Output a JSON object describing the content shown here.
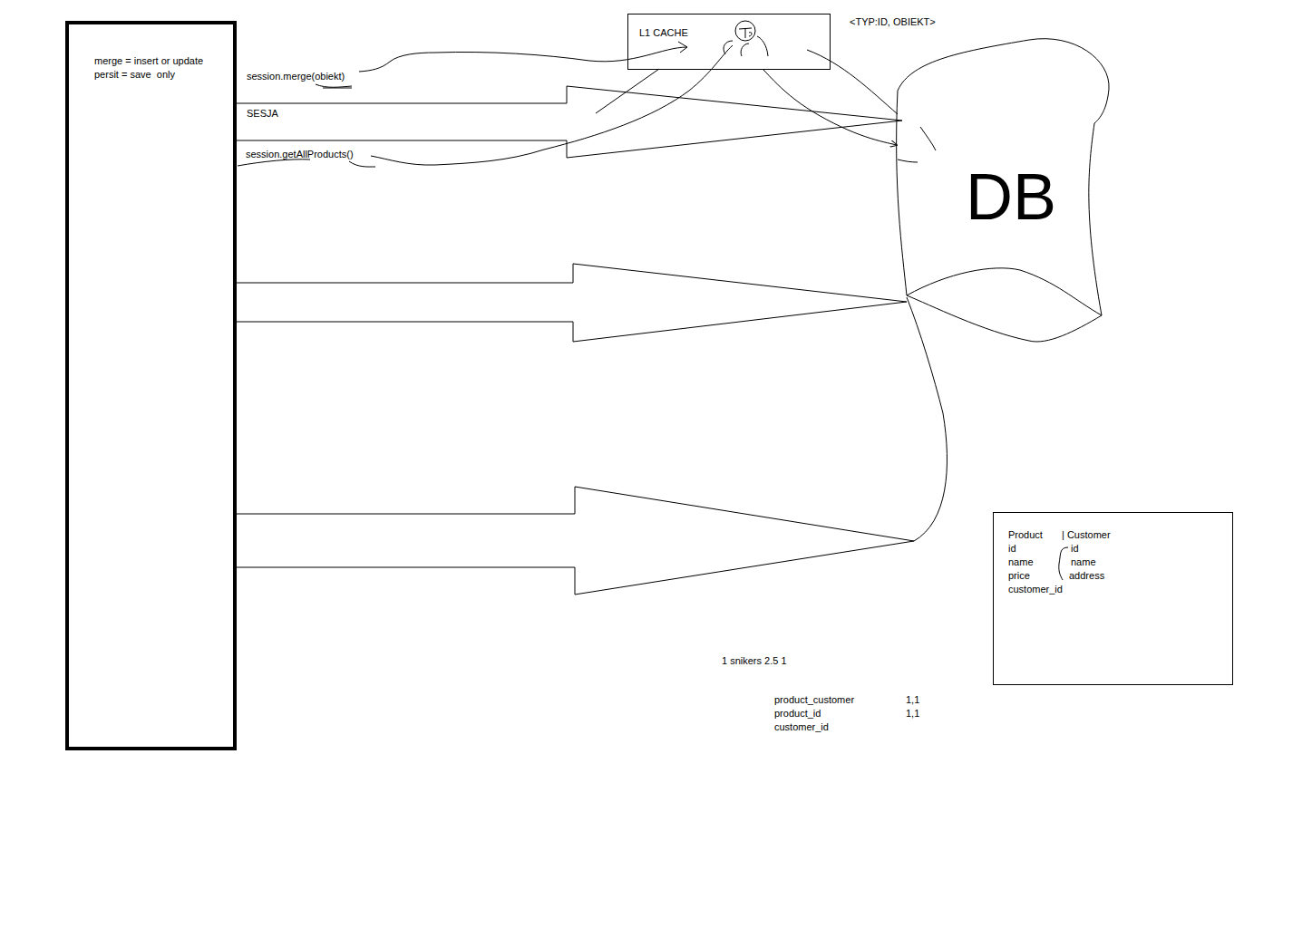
{
  "diagram": {
    "nodes": [
      {
        "text": [
          "merge = insert or update",
          "persit = save  only"
        ]
      },
      {
        "text": [
          "L1 CACHE"
        ]
      },
      {
        "text": [
          "DB"
        ]
      },
      {
        "text": [
          "Product",
          "id",
          "name",
          "price",
          "customer_id",
          "| Customer",
          "id",
          "name",
          "address"
        ]
      }
    ],
    "edges": [
      {
        "from": 0,
        "to": 2,
        "arrow": "to"
      },
      {
        "from": 0,
        "to": 2,
        "arrow": "to"
      },
      {
        "from": 0,
        "to": 2,
        "arrow": "to"
      },
      {
        "from": 1,
        "to": 2,
        "arrow": "to"
      }
    ],
    "labels": [
      "<TYP:ID, OBIEKT>",
      "session.merge(obiekt)",
      "SESJA",
      "session.getAllProducts()",
      "1 snikers 2.5 1",
      "product_customer",
      "product_id",
      "customer_id",
      "1,1",
      "1,1"
    ]
  }
}
